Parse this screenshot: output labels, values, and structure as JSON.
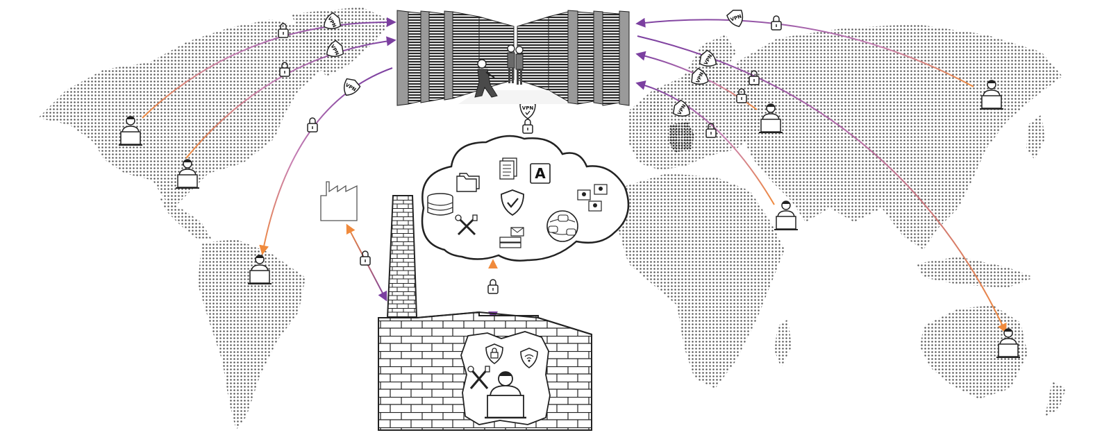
{
  "diagram": {
    "colors": {
      "purple": "#7b3fa0",
      "orange": "#f08a3c",
      "pink": "#c77fb3",
      "map_dots": "#555555",
      "germany": "#555555",
      "building_stroke": "#222222"
    },
    "badges": {
      "vpn_label": "VPN"
    },
    "cloud_services": [
      "folder-icon",
      "document-icon",
      "app-a-icon",
      "database-icon",
      "shield-check-icon",
      "tools-icon",
      "server-mail-icon",
      "chat-globe-icon",
      "video-call-icon"
    ],
    "app_icon_letter": "A",
    "remote_users": [
      "user-north-america-west",
      "user-north-america-east",
      "user-south-america",
      "user-east-asia",
      "user-central-asia",
      "user-middle-east",
      "user-australia"
    ]
  }
}
